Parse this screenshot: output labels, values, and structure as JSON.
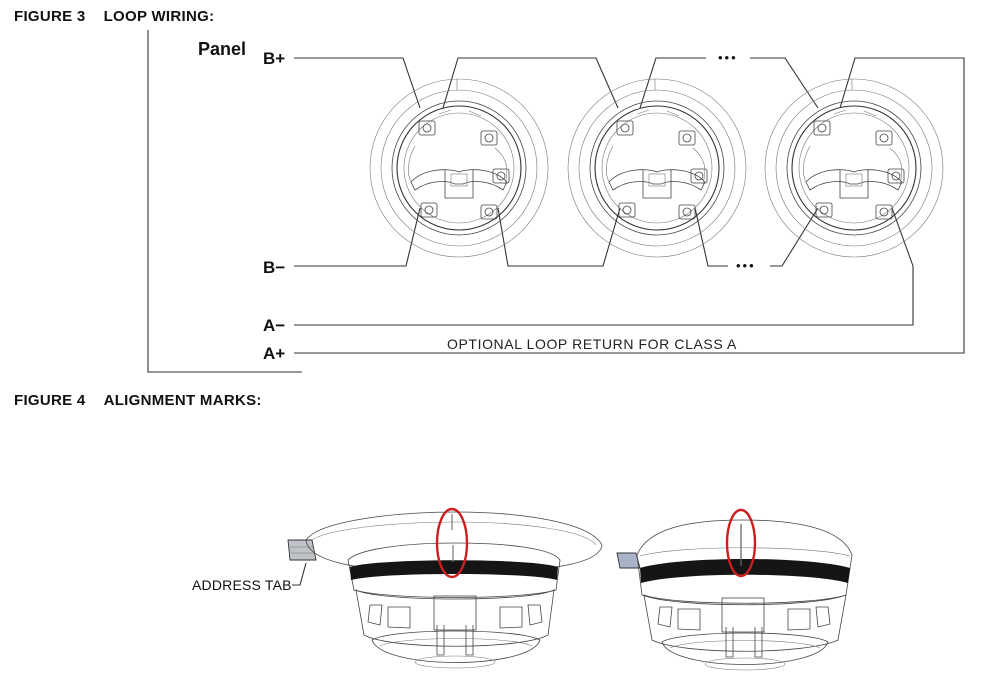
{
  "figure3": {
    "number": "FIGURE 3",
    "title": "LOOP WIRING:",
    "panel_label": "Panel",
    "terminals": {
      "b_plus": "B+",
      "b_minus": "B−",
      "a_minus": "A−",
      "a_plus": "A+"
    },
    "ellipsis_top": "•••",
    "ellipsis_bottom": "•••",
    "optional_return_note": "OPTIONAL LOOP RETURN FOR CLASS A",
    "base_count": 3
  },
  "figure4": {
    "number": "FIGURE 4",
    "title": "ALIGNMENT MARKS:",
    "address_tab_label": "ADDRESS TAB",
    "highlight_color": "#cc1f1f"
  }
}
